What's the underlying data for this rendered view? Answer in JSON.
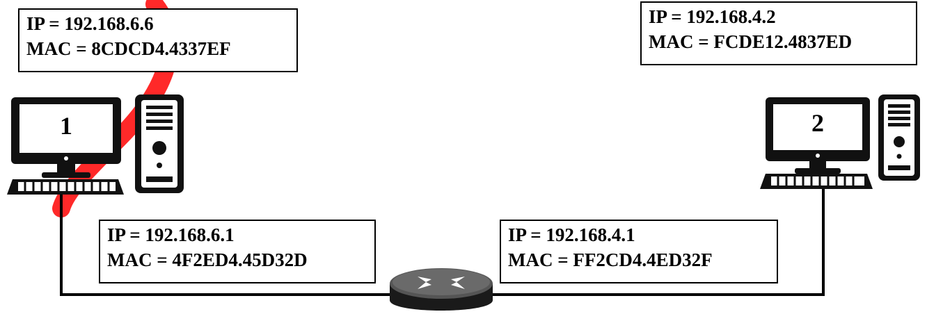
{
  "host1": {
    "ip": "IP = 192.168.6.6",
    "mac": "MAC = 8CDCD4.4337EF",
    "label": "1"
  },
  "host2": {
    "ip": "IP = 192.168.4.2",
    "mac": "MAC = FCDE12.4837ED",
    "label": "2"
  },
  "router_left": {
    "ip": "IP = 192.168.6.1",
    "mac": "MAC = 4F2ED4.45D32D"
  },
  "router_right": {
    "ip": "IP = 192.168.4.1",
    "mac": "MAC = FF2CD4.4ED32F"
  },
  "icons": {
    "computer": "desktop-computer-icon",
    "router": "router-icon"
  },
  "colors": {
    "watermark": "#ff1e1e",
    "line": "#000000"
  }
}
